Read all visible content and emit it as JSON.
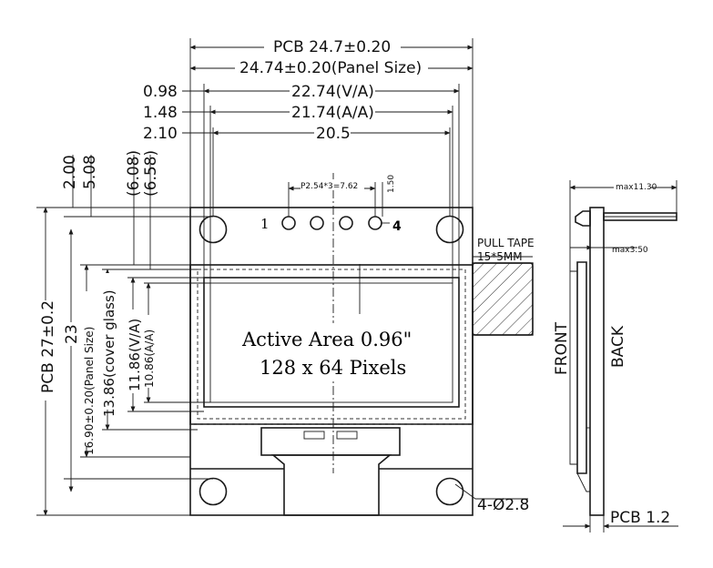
{
  "top_dims": {
    "pcb_width": "PCB 24.7±0.20",
    "panel_width": "24.74±0.20(Panel Size)",
    "va_width": "22.74(V/A)",
    "aa_width": "21.74(A/A)",
    "hole_span": "20.5",
    "offset_va": "0.98",
    "offset_aa": "1.48",
    "offset_hole": "2.10"
  },
  "pins": {
    "pitch": "P2.54*3=7.62",
    "pin_height": "1.50",
    "first_label": "1",
    "last_label": "4"
  },
  "left_dims": {
    "pcb_height": "PCB 27±0.2",
    "hole_span_v": "23",
    "panel_height": "16.90±0.20(Panel Size)",
    "cover_glass": "13.86(cover glass)",
    "va_height": "11.86(V/A)",
    "aa_height": "10.86(A/A)",
    "top_offset_1": "2.00",
    "top_offset_2": "5.08",
    "top_offset_3": "(6.08)",
    "top_offset_4": "(6.58)"
  },
  "center": {
    "line1": "Active Area 0.96\"",
    "line2": "128 x 64 Pixels"
  },
  "right_notes": {
    "pull_tape": "PULL TAPE",
    "pull_tape_size": "15*5MM",
    "holes": "4-Ø2.8"
  },
  "side_view": {
    "max_total": "max11.30",
    "max_module": "max3.50",
    "front": "FRONT",
    "back": "BACK",
    "pcb_thickness": "PCB 1.2"
  }
}
